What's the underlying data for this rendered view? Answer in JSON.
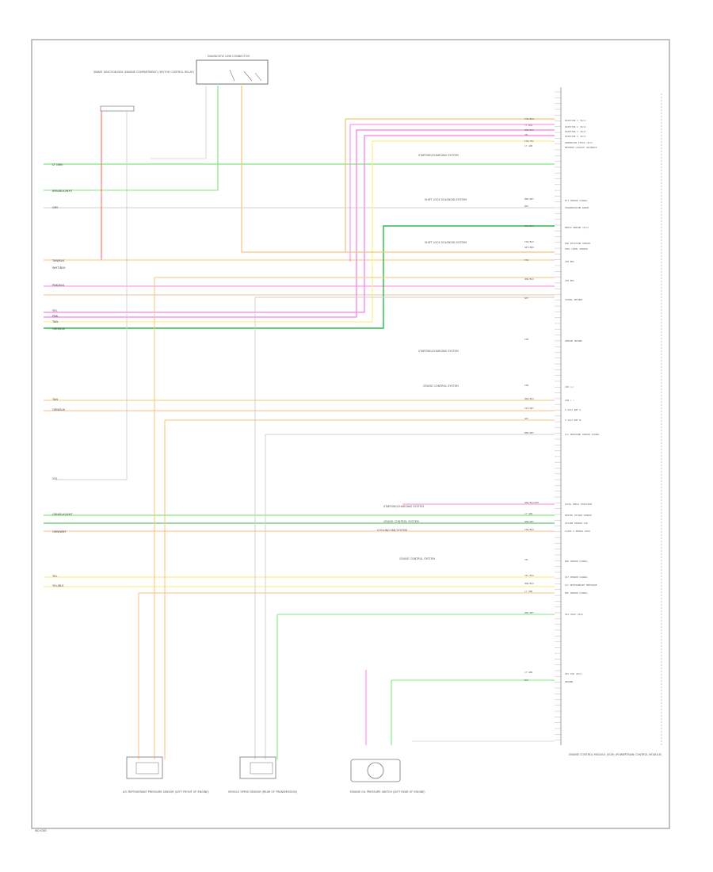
{
  "footer_id": "WD:4383",
  "header_components": {
    "left_connector": "SMART JUNCTION BOX (ENGINE COMPARTMENT) (MOTOR CONTROL RELAY)",
    "diagnostic": "DIAGNOSTIC LINK CONNECTOR"
  },
  "left_labels": [
    "LT GRN",
    "BRN/BLK/WHT",
    "GRY",
    "TAN/BLK",
    "WHT/BLK",
    "PNK/BLK",
    "YEL",
    "PNK",
    "TAN",
    "GRN/BLK",
    "TAN",
    "ORN/BLK",
    "VIO",
    "GRN/BLK/WHT",
    "ORN/WHT",
    "YEL",
    "YEL/BLK"
  ],
  "connector_pins": [
    {
      "sig": "INJECTOR 1 (N/A)",
      "color": "TAN/BLK"
    },
    {
      "sig": "INJECTOR 2 (N/A)",
      "color": "LT BLU"
    },
    {
      "sig": "INJECTOR 3 (N/A)",
      "color": "PNK/BLK"
    },
    {
      "sig": "INJECTOR 4 (N/A)",
      "color": "YEL"
    },
    {
      "sig": "GENERATOR FIELD (N/A)",
      "color": "TAN/YEL"
    },
    {
      "sig": "REVERSE LOCKOUT SOLENOID",
      "color": "LT GRN"
    },
    {
      "sig": "ECT SENSOR SIGNAL",
      "color": "PNK/WHT"
    },
    {
      "sig": "TRANSMISSION RANGE",
      "color": "GRY"
    },
    {
      "sig": "KNOCK SENSOR (N/A)",
      "color": "GRN/BLK"
    },
    {
      "sig": "EGR POSITION SENSOR",
      "color": "TAN/BLK"
    },
    {
      "sig": "FUEL LEVEL SENSOR",
      "color": "GRY/RED"
    },
    {
      "sig": "CAN BUS",
      "color": "TAN"
    },
    {
      "sig": "CAN BUS",
      "color": "ORN/BLK"
    },
    {
      "sig": "SIGNAL RETURN",
      "color": "GRY"
    },
    {
      "sig": "SENSOR GROUND",
      "color": "TAN"
    },
    {
      "sig": "CAN (+)",
      "color": "TAN"
    },
    {
      "sig": "CAN (-)",
      "color": "ORN/BLK"
    },
    {
      "sig": "5 VOLT REF A",
      "color": "VIO/WHT"
    },
    {
      "sig": "5 VOLT REF B",
      "color": "GRY"
    },
    {
      "sig": "A/C PRESSURE SENSOR SIGNAL",
      "color": "PNK/WHT"
    },
    {
      "sig": "ACCEL PEDAL POSITION",
      "color": "GRN/BLK/WHT"
    },
    {
      "sig": "HEATED OXYGEN SENSOR",
      "color": "LT GRN"
    },
    {
      "sig": "OXYGEN SENSOR LOW",
      "color": "ORN/WHT"
    },
    {
      "sig": "CLASS 2 SERIAL DATA",
      "color": "TAN/BLK"
    },
    {
      "sig": "MAP SENSOR SIGNAL",
      "color": "YEL"
    },
    {
      "sig": "IAT SENSOR SIGNAL",
      "color": "YEL/BLK"
    },
    {
      "sig": "A/C REFRIGERANT PRESSURE",
      "color": "ORN/BLK"
    },
    {
      "sig": "MAF SENSOR SIGNAL",
      "color": "LT GRN"
    },
    {
      "sig": "VSS HIGH (N/A)",
      "color": "PNK/WHT"
    },
    {
      "sig": "VSS LOW (N/A)",
      "color": "LT GRN"
    },
    {
      "sig": "GROUND",
      "color": "BLK"
    }
  ],
  "mid_labels": [
    "STARTING/CHARGING SYSTEM",
    "SHIFT LOCK SOLENOID SYSTEM",
    "SHIFT LOCK SOLENOID SYSTEM",
    "STARTING/CHARGING SYSTEM",
    "CRUISE CONTROL SYSTEM",
    "STARTING/CHARGING SYSTEM",
    "CRUISE CONTROL SYSTEM",
    "COOLING FAN SYSTEM",
    "CRUISE CONTROL SYSTEM"
  ],
  "pcm_label": "ENGINE CONTROL MODULE (ECM) (POWERTRAIN CONTROL MODULE)",
  "bottom_components": [
    "A/C REFRIGERANT PRESSURE SENSOR (LEFT FRONT OF ENGINE)",
    "VEHICLE SPEED SENSOR (REAR OF TRANSMISSION)",
    "ENGINE OIL PRESSURE SWITCH (LEFT REAR OF ENGINE)"
  ],
  "wire_colors": {
    "tan": "#f4c57a",
    "orange": "#ffbe8c",
    "pink": "#ff7fe8",
    "green": "#7fe87f",
    "dark_green": "#2fb84a",
    "red": "#ff6b6b",
    "gray": "#cfcfcf",
    "yellow": "#ffef8a"
  }
}
